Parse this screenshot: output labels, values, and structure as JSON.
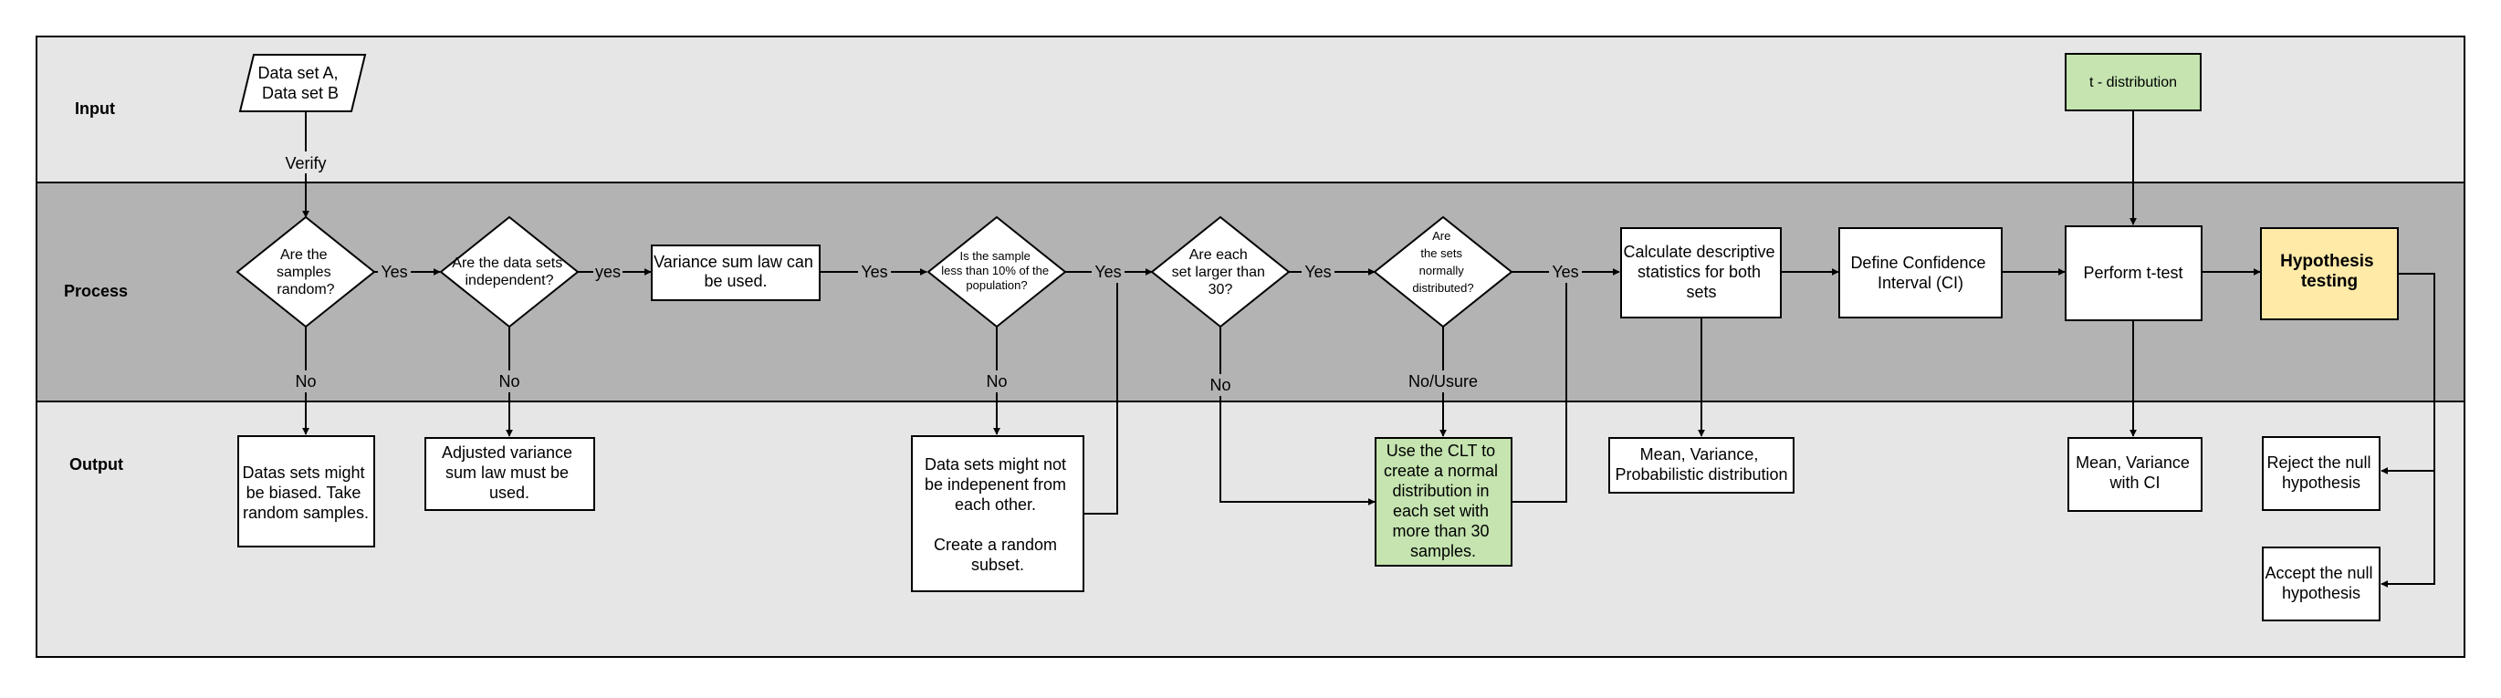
{
  "colors": {
    "lane_light": "#e6e6e6",
    "lane_dark": "#b3b3b3",
    "green": "#c5e4b0",
    "yellow": "#ffeaa8",
    "stroke": "#000000"
  },
  "lanes": {
    "input": "Input",
    "process": "Process",
    "output": "Output"
  },
  "nodes": {
    "dataset": [
      "Data set A,",
      "Data set B"
    ],
    "t_dist": [
      "t - distribution"
    ],
    "random": [
      "Are the",
      "samples",
      "random?"
    ],
    "independent": [
      "Are the data sets",
      "independent?"
    ],
    "variance_law": [
      "Variance sum law can",
      "be used."
    ],
    "ten_percent": [
      "Is the sample",
      "less than 10% of the",
      "population?"
    ],
    "larger30": [
      "Are each",
      "set larger than",
      "30?"
    ],
    "normal": [
      "Are",
      "the sets",
      "normally",
      "distributed?"
    ],
    "calc_stats": [
      "Calculate descriptive",
      "statistics for both",
      "sets"
    ],
    "define_ci": [
      "Define Confidence",
      "Interval (CI)"
    ],
    "t_test": [
      "Perform t-test"
    ],
    "hypothesis": [
      "Hypothesis",
      "testing"
    ],
    "biased": [
      "Datas sets might",
      "be biased. Take",
      "random samples."
    ],
    "adjusted": [
      "Adjusted variance",
      "sum law must be",
      "used."
    ],
    "not_indep": [
      "Data sets might not",
      "be indepenent from",
      "each other.",
      "",
      "Create a random",
      "subset."
    ],
    "clt": [
      "Use the CLT to",
      "create a normal",
      "distribution in",
      "each set with",
      "more than 30",
      "samples."
    ],
    "mean_var_dist": [
      "Mean, Variance,",
      "Probabilistic distribution"
    ],
    "mean_var_ci": [
      "Mean, Variance",
      "with CI"
    ],
    "reject": [
      "Reject the null",
      "hypothesis"
    ],
    "accept": [
      "Accept the null",
      "hypothesis"
    ]
  },
  "edge_labels": {
    "verify": "Verify",
    "yes1": "Yes",
    "yes2": "yes",
    "yes3": "Yes",
    "yes4": "Yes",
    "yes5": "Yes",
    "yes6": "Yes",
    "no1": "No",
    "no2": "No",
    "no3": "No",
    "no4": "No",
    "no_usure": "No/Usure"
  }
}
